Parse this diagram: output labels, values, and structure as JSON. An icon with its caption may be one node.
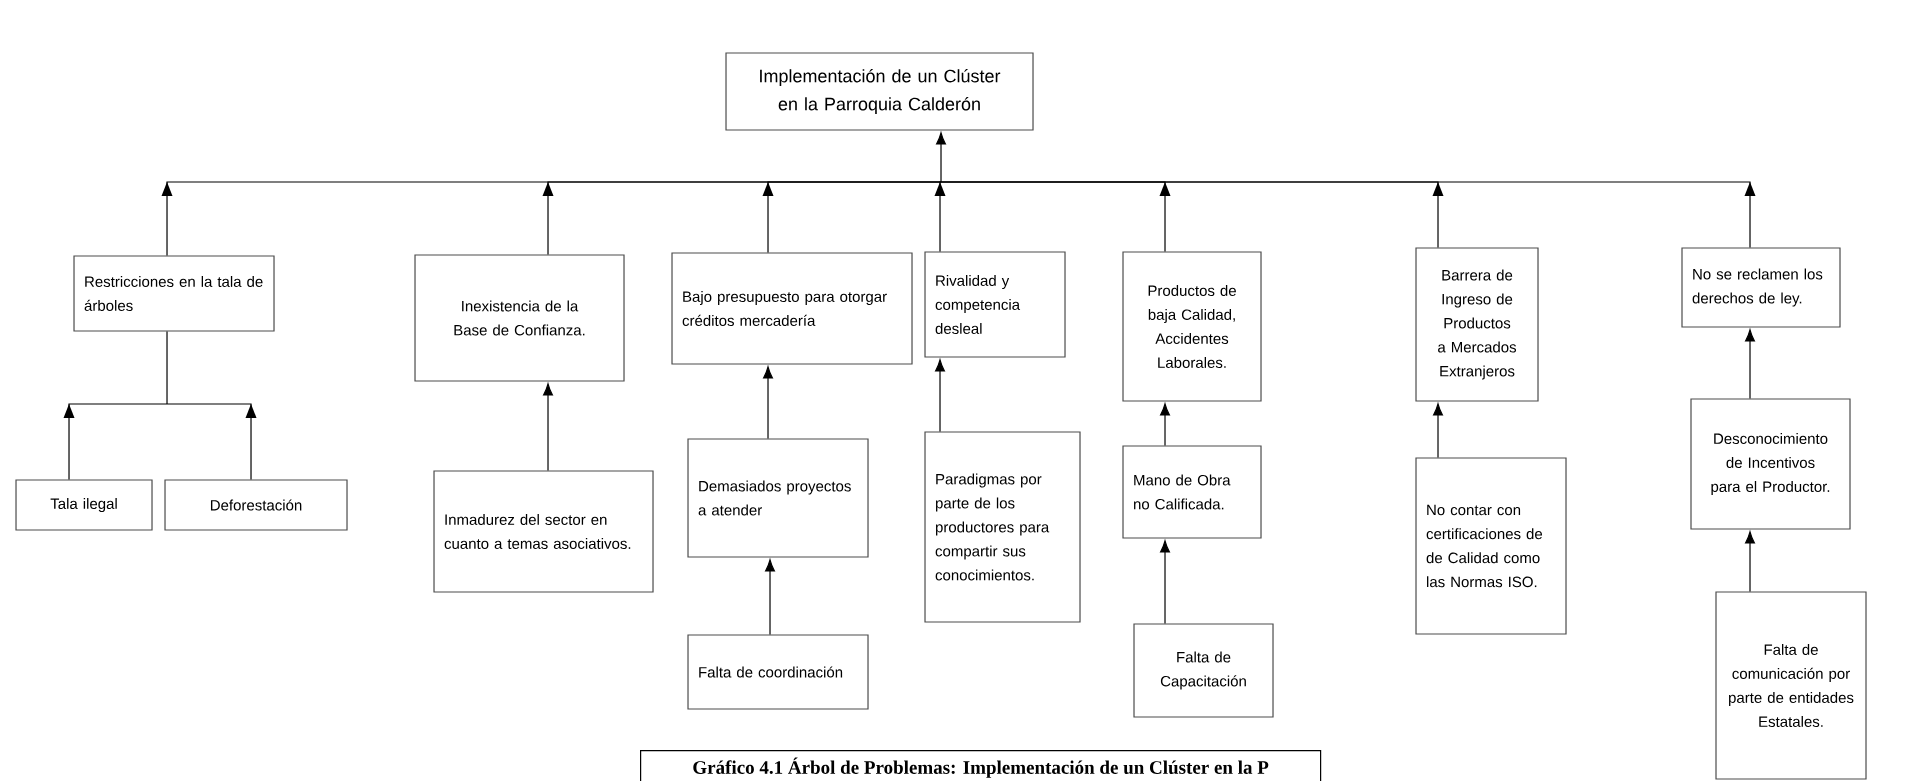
{
  "diagram": {
    "caption": "Gráfico 4.1 Árbol de Problemas: Implementación de un Clúster en la P",
    "nodes": [
      {
        "text": [
          "Implementación de un Clúster en la Parroquia Calderón"
        ]
      },
      {
        "text": [
          "Restricciones en la tala de árboles"
        ]
      },
      {
        "text": [
          "Inexistencia de la Base de Confianza."
        ]
      },
      {
        "text": [
          "Bajo presupuesto para otorgar créditos mercadería"
        ]
      },
      {
        "text": [
          "Rivalidad y competencia desleal"
        ]
      },
      {
        "text": [
          "Productos de baja Calidad, Accidentes Laborales."
        ]
      },
      {
        "text": [
          "Barrera de Ingreso de Productos a Mercados Extranjeros"
        ]
      },
      {
        "text": [
          "No se reclamen los derechos de ley."
        ]
      },
      {
        "text": [
          "Tala ilegal"
        ]
      },
      {
        "text": [
          "Deforestación"
        ]
      },
      {
        "text": [
          "Inmadurez del sector en cuanto a temas asociativos."
        ]
      },
      {
        "text": [
          "Demasiados proyectos a atender"
        ]
      },
      {
        "text": [
          "Falta de coordinación"
        ]
      },
      {
        "text": [
          "Paradigmas por parte de los productores para compartir sus conocimientos."
        ]
      },
      {
        "text": [
          "Mano de Obra no Calificada."
        ]
      },
      {
        "text": [
          "Falta de Capacitación"
        ]
      },
      {
        "text": [
          "No contar con certificaciones de de Calidad como las Normas ISO."
        ]
      },
      {
        "text": [
          "Desconocimiento de Incentivos para el Productor."
        ]
      },
      {
        "text": [
          "Falta de comunicación por parte de entidades Estatales."
        ]
      }
    ],
    "edges": [
      {
        "from": 1,
        "to": 0,
        "arrow": "to"
      },
      {
        "from": 2,
        "to": 0,
        "arrow": "to"
      },
      {
        "from": 3,
        "to": 0,
        "arrow": "to"
      },
      {
        "from": 4,
        "to": 0,
        "arrow": "to"
      },
      {
        "from": 5,
        "to": 0,
        "arrow": "to"
      },
      {
        "from": 6,
        "to": 0,
        "arrow": "to"
      },
      {
        "from": 7,
        "to": 0,
        "arrow": "to"
      },
      {
        "from": 8,
        "to": 1,
        "arrow": "to"
      },
      {
        "from": 9,
        "to": 1,
        "arrow": "to"
      },
      {
        "from": 10,
        "to": 2,
        "arrow": "to"
      },
      {
        "from": 11,
        "to": 3,
        "arrow": "to"
      },
      {
        "from": 12,
        "to": 11,
        "arrow": "to"
      },
      {
        "from": 13,
        "to": 4,
        "arrow": "to"
      },
      {
        "from": 14,
        "to": 5,
        "arrow": "to"
      },
      {
        "from": 15,
        "to": 14,
        "arrow": "to"
      },
      {
        "from": 16,
        "to": 6,
        "arrow": "to"
      },
      {
        "from": 17,
        "to": 7,
        "arrow": "to"
      },
      {
        "from": 18,
        "to": 17,
        "arrow": "to"
      }
    ]
  }
}
